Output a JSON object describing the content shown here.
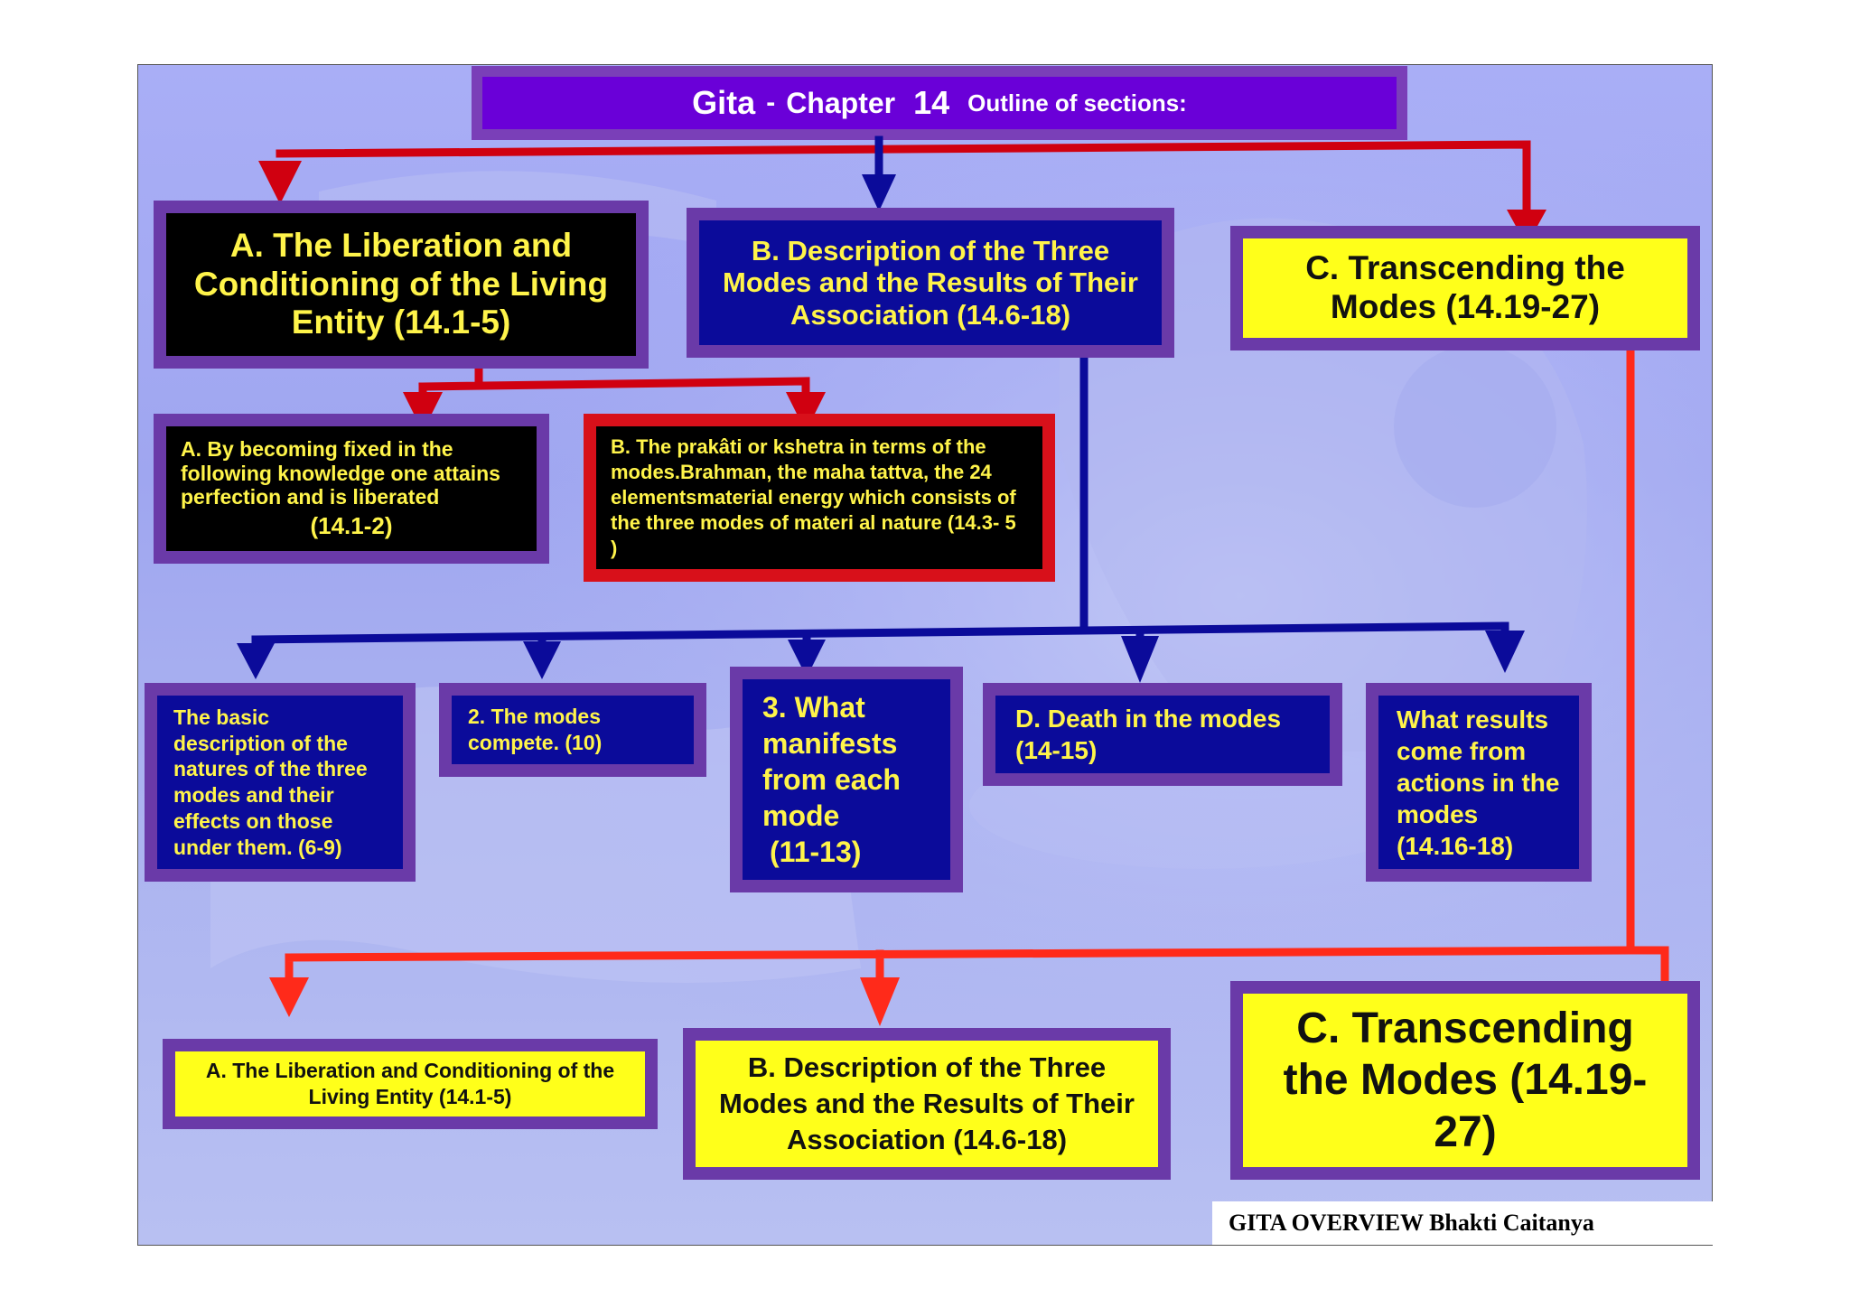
{
  "title": {
    "part1": "Gita",
    "sep": "-",
    "part2": "Chapter",
    "number": "14",
    "part3": "Outline of sections:"
  },
  "top_row": {
    "a": "A.  The Liberation and Conditioning of the Living Entity (14.1-5)",
    "b": "B.  Description of the Three Modes and the Results of Their Association (14.6-18)",
    "c": "C.  Transcending the Modes (14.19-27)"
  },
  "second_row": {
    "a": "A.  By becoming fixed in the following knowledge one attains perfection and is liberated",
    "a_ref": "(14.1-2)",
    "b": "B.  The prakâti or kshetra in terms of the modes.Brahman, the maha  tattva, the 24 elementsmaterial energy which consists of the three modes of materi   al nature (14.3- 5 )"
  },
  "third_row": {
    "one": "The basic description of the natures of the three modes and their effects on those under them. (6-9)",
    "two": "2.  The modes compete. (10)",
    "three": "3.  What manifests from each mode",
    "three_ref": "(11-13)",
    "four": "D. Death in the modes (14-15)",
    "five": "What results come from actions in the modes (14.16-18)"
  },
  "bottom_row": {
    "a": "A.  The Liberation and Conditioning of the Living Entity (14.1-5)",
    "b": "B.  Description of the Three Modes and the Results of Their Association (14.6-18)",
    "c": "C.  Transcending the Modes (14.19-27)"
  },
  "credit": "GITA OVERVIEW Bhakti Caitanya",
  "colors": {
    "background": "#a9aef6",
    "box_border": "#6a3aa8",
    "blue_box": "#0b0b9a",
    "yellow_text": "#fff44a",
    "yellow_box": "#ffff1a",
    "title_bar": "#6a00d8",
    "red_connector": "#ff2a1a",
    "dark_red_connector": "#d00010",
    "blue_connector": "#0b0b9a"
  }
}
